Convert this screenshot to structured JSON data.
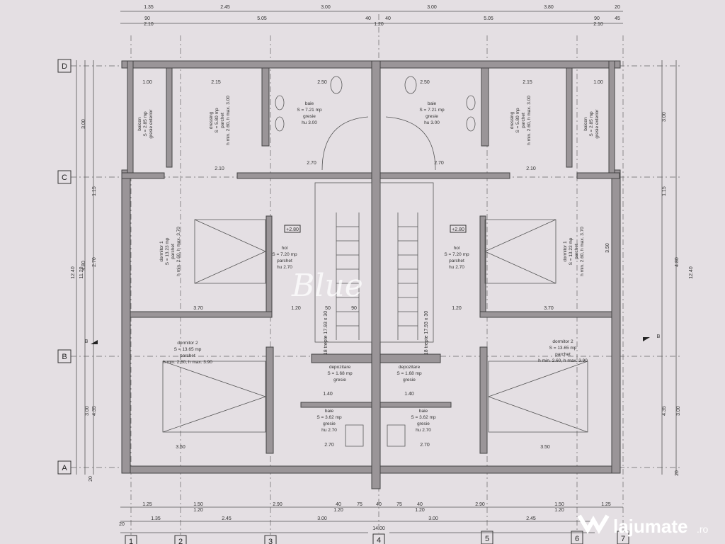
{
  "grid_rows": [
    "D",
    "C",
    "B",
    "A"
  ],
  "grid_cols": [
    "1",
    "2",
    "3",
    "4",
    "5",
    "6",
    "7"
  ],
  "dims_top": [
    "1.35",
    "2.45",
    "3.00",
    "3.00",
    "3.80",
    "20",
    "90",
    "2.10",
    "5.05",
    "40",
    "40",
    "1.20",
    "5.05",
    "90",
    "2.10",
    "45"
  ],
  "dims_bottom": [
    "1.25",
    "1.50",
    "1.20",
    "2.90",
    "40",
    "1.20",
    "75",
    "40",
    "75",
    "40",
    "1.20",
    "2.90",
    "1.50",
    "1.20",
    "1.25",
    "20",
    "1.35",
    "2.45",
    "3.00",
    "3.00",
    "2.45",
    "14.00"
  ],
  "dims_left": [
    "12.40",
    "11.20",
    "3.00",
    "4.80",
    "4.35",
    "3.00",
    "1.15",
    "2.70",
    "20"
  ],
  "dims_right": [
    "12.40",
    "3.00",
    "1.15",
    "4.80",
    "4.35",
    "3.00",
    "3.50",
    "20"
  ],
  "rooms": {
    "balcon_l": [
      "balcon",
      "S = 2.85 mp",
      "gresie exterior"
    ],
    "dressing_l": [
      "dressing",
      "S = 5.80 mp",
      "parchet",
      "h min. 2.60, h max. 3.00"
    ],
    "baie_l": [
      "baie",
      "S = 7.21 mp",
      "gresie",
      "hu 3.00"
    ],
    "baie_r": [
      "baie",
      "S = 7.21 mp",
      "gresie",
      "hu 3.00"
    ],
    "dressing_r": [
      "dressing",
      "S = 5.80 mp",
      "parchet",
      "h min. 2.60, h max. 3.00"
    ],
    "balcon_r": [
      "balcon",
      "S = 2.85 mp",
      "gresie exterior"
    ],
    "dormitor1_l": [
      "dormitor 1",
      "S = 13.23 mp",
      "parchet",
      "h min. 2.60, h max. 3.70"
    ],
    "hol_l": [
      "hol",
      "S = 7.20 mp",
      "parchet",
      "hu 2.70"
    ],
    "hol_r": [
      "hol",
      "S = 7.20 mp",
      "parchet",
      "hu 2.70"
    ],
    "dormitor1_r": [
      "dormitor 1",
      "S = 13.23 mp",
      "parchet",
      "h min. 2.60, h max. 3.70"
    ],
    "dormitor2_l": [
      "dormitor 2",
      "S = 13.65 mp",
      "parchet",
      "h min. 2.60, h max. 3.90"
    ],
    "dormitor2_r": [
      "dormitor 2",
      "S = 13.65 mp",
      "parchet",
      "h min. 2.60, h max. 3.90"
    ],
    "depozitare_l": [
      "depozitare",
      "S = 1.68 mp",
      "gresie"
    ],
    "depozitare_r": [
      "depozitare",
      "S = 1.68 mp",
      "gresie"
    ],
    "baie2_l": [
      "baie",
      "S = 3.62 mp",
      "gresie",
      "hu 2.70"
    ],
    "baie2_r": [
      "baie",
      "S = 3.62 mp",
      "gresie",
      "hu 2.70"
    ]
  },
  "inner_dims": [
    "2.15",
    "1.00",
    "2.50",
    "2.70",
    "2.10",
    "3.70",
    "1.20",
    "50",
    "90",
    "1.40",
    "2.70",
    "3.50",
    "2.15",
    "1.00",
    "2.50",
    "2.70",
    "2.10",
    "3.70",
    "1.20",
    "1.40",
    "2.70",
    "3.50"
  ],
  "stairs": [
    "18 trepte 17.93 x 30",
    "18 trepte 17.93 x 30"
  ],
  "levels": [
    "+2.80",
    "+2.80"
  ],
  "section": [
    "B",
    "B"
  ],
  "watermark": "Blue",
  "logo": {
    "text": "lajumate",
    "suffix": ".ro"
  },
  "colors": {
    "paper": "#e4dfe3",
    "wall": "#9a9598"
  }
}
